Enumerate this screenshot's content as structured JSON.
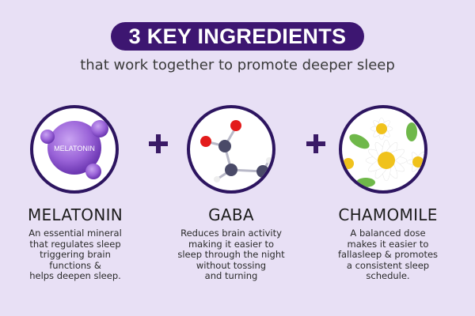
{
  "header": {
    "title": "3 KEY INGREDIENTS",
    "subtitle": "that work together to promote deeper sleep"
  },
  "colors": {
    "background": "#e8e0f5",
    "accent": "#3d1671",
    "sphere": "#9a63d8"
  },
  "ingredients": [
    {
      "name": "MELATONIN",
      "image_label": "MELATONIN",
      "icon": "melatonin-sphere-icon",
      "description": "An essential mineral\nthat regulates sleep\ntriggering brain\nfunctions &\nhelps deepen sleep."
    },
    {
      "name": "GABA",
      "icon": "gaba-molecule-icon",
      "description": "Reduces brain activity\nmaking it easier to\nsleep through the night\nwithout tossing\nand turning"
    },
    {
      "name": "CHAMOMILE",
      "icon": "chamomile-flower-icon",
      "description": "A balanced dose\nmakes it easier to\nfallasleep & promotes\na consistent sleep\nschedule."
    }
  ],
  "separators": [
    "plus-icon",
    "plus-icon"
  ]
}
